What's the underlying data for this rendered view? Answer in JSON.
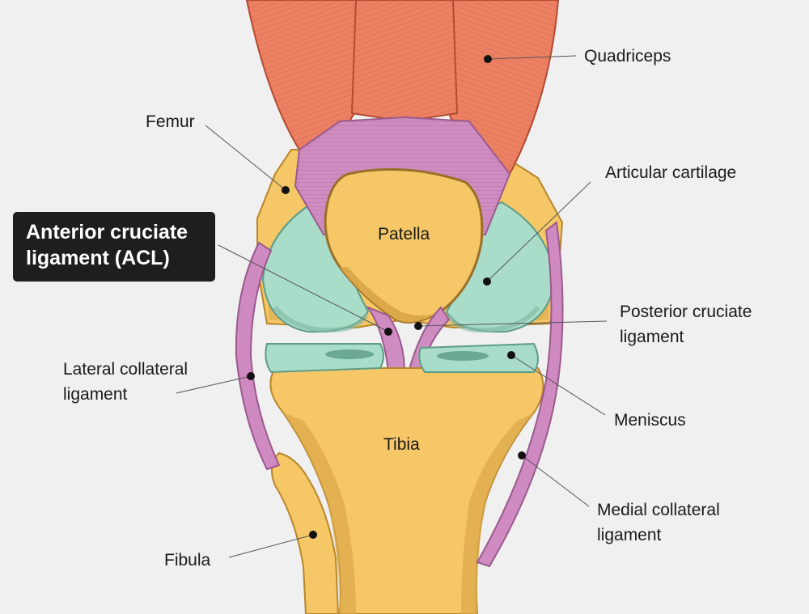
{
  "title": "",
  "colors": {
    "background": "#f0f0f0",
    "bone": "#f5c767",
    "bone_shadow": "#dba84a",
    "muscle": "#ec8062",
    "tendon": "#cf8cc0",
    "cartilage": "#a9dcc9",
    "ligament": "#d08ac2",
    "label_box": "#1e1e1e"
  },
  "labels": {
    "quadriceps": "Quadriceps",
    "femur": "Femur",
    "articular_cartilage": "Articular cartilage",
    "acl_line1": "Anterior cruciate",
    "acl_line2": "ligament (ACL)",
    "patella": "Patella",
    "pcl_line1": "Posterior cruciate",
    "pcl_line2": "ligament",
    "lcl_line1": "Lateral collateral",
    "lcl_line2": "ligament",
    "meniscus": "Meniscus",
    "tibia": "Tibia",
    "mcl_line1": "Medial collateral",
    "mcl_line2": "ligament",
    "fibula": "Fibula"
  }
}
